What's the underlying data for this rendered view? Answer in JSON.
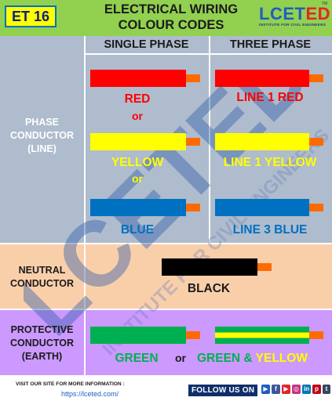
{
  "header": {
    "badge": "ET 16",
    "title_line1": "ELECTRICAL WIRING",
    "title_line2": "COLOUR CODES",
    "logo": {
      "lc": "LCET",
      "ed": "ED",
      "tm": "TM",
      "sub": "INSTITUTE FOR CIVIL ENGINEERS"
    }
  },
  "columns": {
    "single": "SINGLE PHASE",
    "three": "THREE PHASE"
  },
  "rows": {
    "phase": {
      "label": [
        "PHASE",
        "CONDUCTOR",
        "(LINE)"
      ],
      "single": {
        "red": "RED",
        "or1": "or",
        "yellow": "YELLOW",
        "or2": "or",
        "blue": "BLUE"
      },
      "three": {
        "l1": "LINE 1 RED",
        "l2": "LINE 1 YELLOW",
        "l3": "LINE 3 BLUE"
      }
    },
    "neutral": {
      "label": [
        "NEUTRAL",
        "CONDUCTOR"
      ],
      "value": "BLACK"
    },
    "protective": {
      "label": [
        "PROTECTIVE",
        "CONDUCTOR",
        "(EARTH)"
      ],
      "green": "GREEN",
      "or": "or",
      "green_and": "GREEN &",
      "yellow": "YELLOW"
    }
  },
  "watermark": {
    "main": "LCETED",
    "sub": "INSTITUTE FOR CIVIL ENGINEERS",
    "tm": "TM"
  },
  "footer": {
    "visit": "VISIT OUR SITE FOR MORE INFORMATION :",
    "link": "https://lceted.com/",
    "follow": "FOLLOW US ON",
    "social_icons": [
      "play-icon",
      "facebook-icon",
      "youtube-icon",
      "instagram-icon",
      "linkedin-icon",
      "pinterest-icon",
      "tumblr-icon"
    ]
  },
  "colors": {
    "red": "#ff0000",
    "yellow": "#ffff00",
    "blue": "#0070c0",
    "black": "#000000",
    "green": "#00b050",
    "tip": "#ff6a00",
    "phase_bg": "#aebccd",
    "neutral_bg": "#f9cfaa",
    "protective_bg": "#cc99ff",
    "header_bg": "#92d050"
  }
}
